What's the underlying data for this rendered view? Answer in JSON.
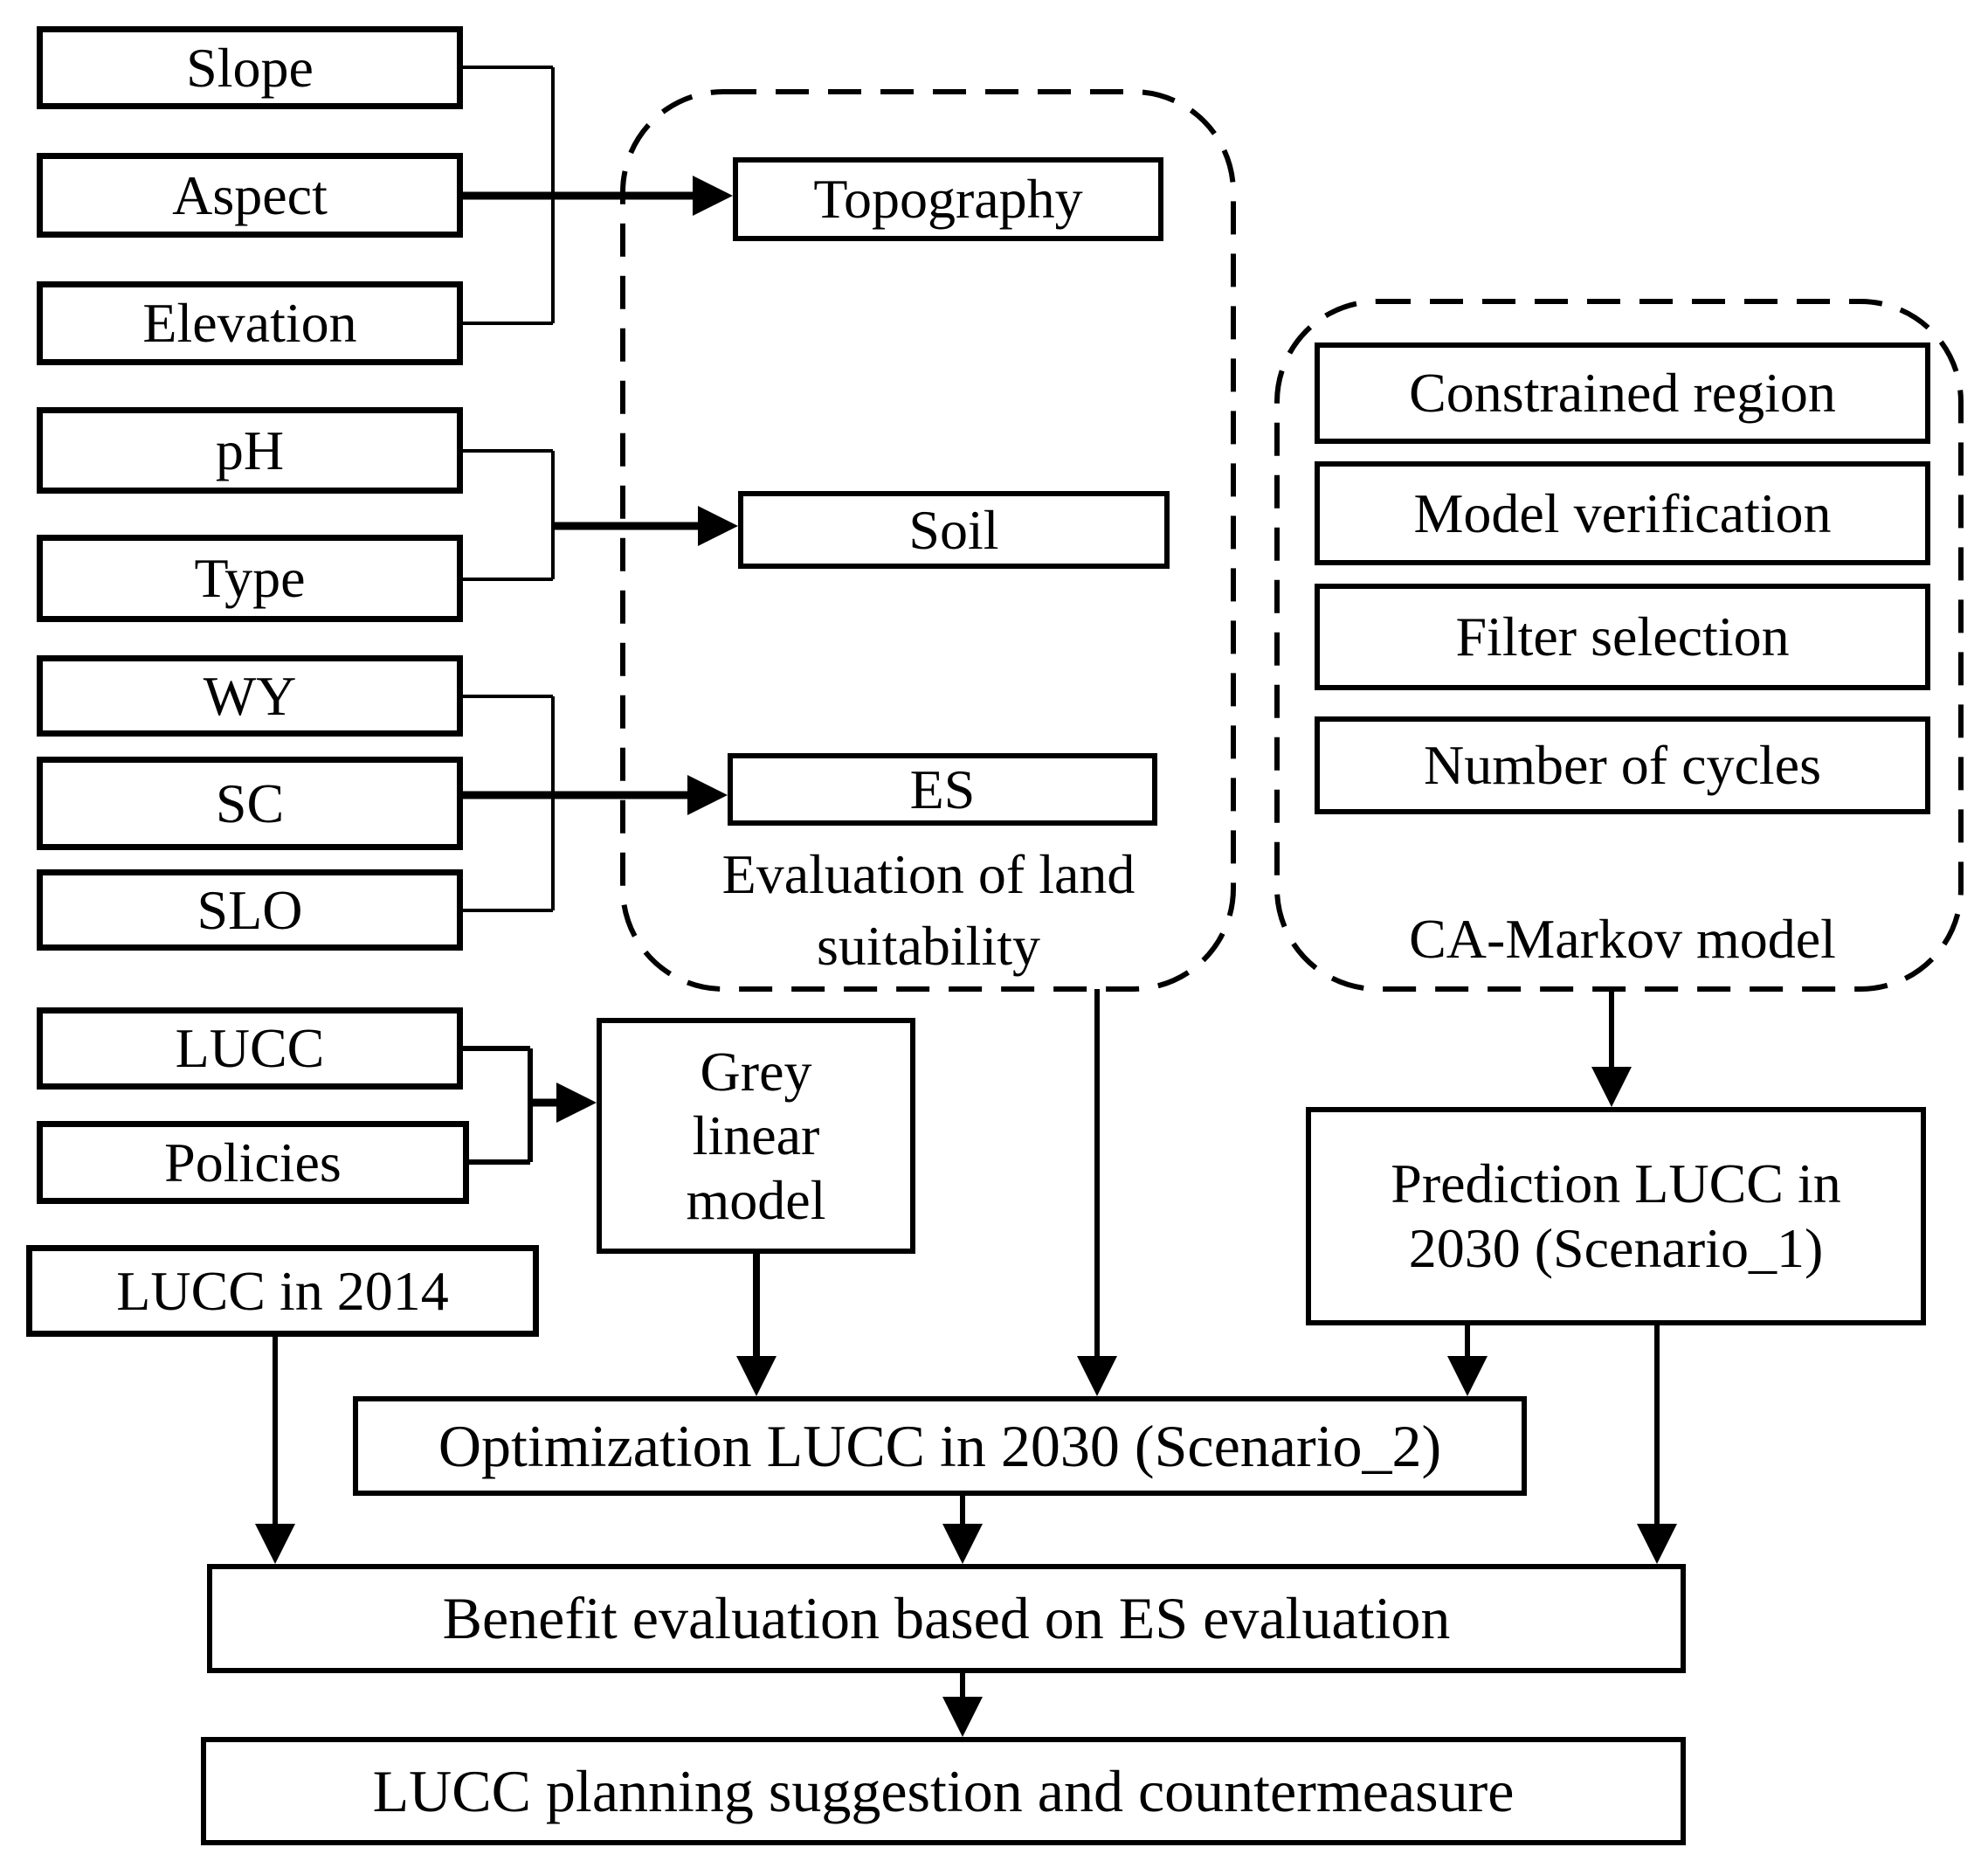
{
  "figure": {
    "type": "flowchart",
    "background": "#ffffff",
    "line_color": "#000000"
  },
  "nodes": {
    "slope": "Slope",
    "aspect": "Aspect",
    "elevation": "Elevation",
    "ph": "pH",
    "soil_type": "Type",
    "wy": "WY",
    "sc": "SC",
    "slo": "SLO",
    "lucc": "LUCC",
    "policies": "Policies",
    "lucc_2014": "LUCC in 2014",
    "topography": "Topography",
    "soil": "Soil",
    "es": "ES",
    "grey_linear_model": "Grey linear model",
    "constrained_region": "Constrained region",
    "model_verification": "Model verification",
    "filter_selection": "Filter selection",
    "number_of_cycles": "Number of cycles",
    "prediction_2030": "Prediction LUCC in 2030 (Scenario_1)",
    "optimization_2030": "Optimization LUCC in 2030 (Scenario_2)",
    "benefit_evaluation": "Benefit evaluation based on ES evaluation",
    "lucc_planning": "LUCC planning suggestion and countermeasure"
  },
  "group_labels": {
    "land_suitability": "Evaluation of land suitability",
    "ca_markov": "CA-Markov model"
  }
}
